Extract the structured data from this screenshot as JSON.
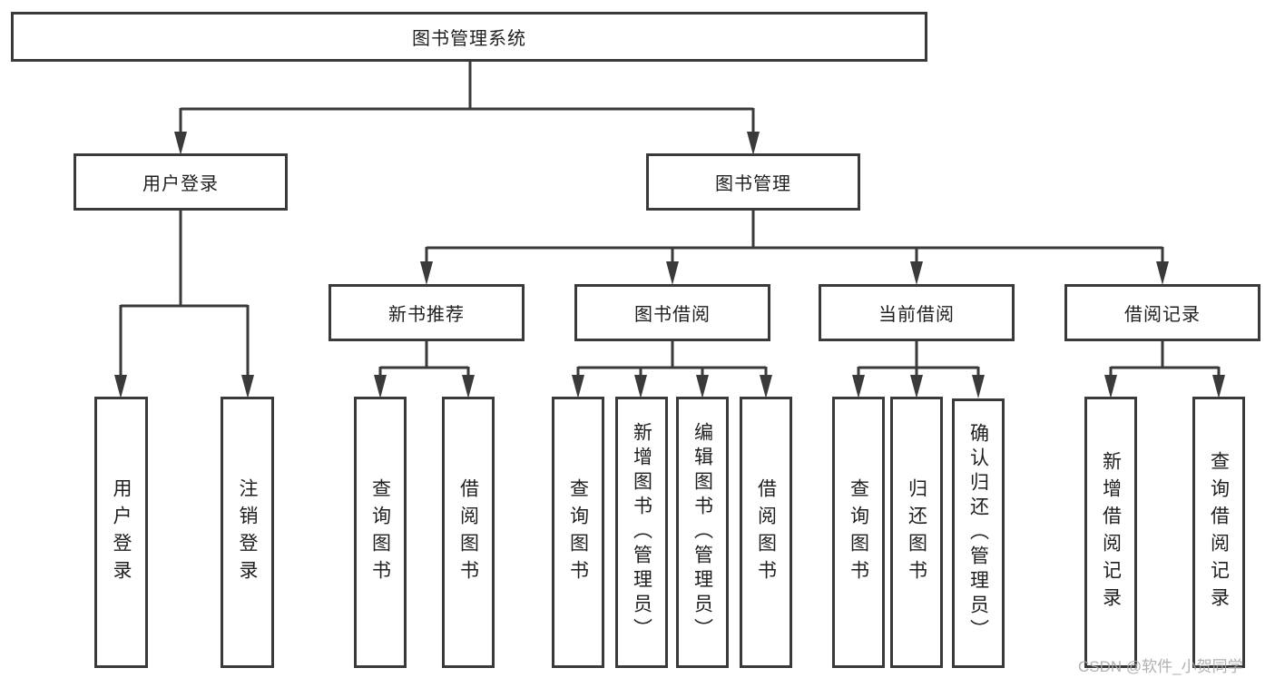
{
  "diagram": {
    "root": {
      "label": "图书管理系统"
    },
    "branches": [
      {
        "label": "用户登录",
        "children": [
          "用户登录",
          "注销登录"
        ]
      },
      {
        "label": "图书管理",
        "sub": [
          {
            "label": "新书推荐",
            "children": [
              "查询图书",
              "借阅图书"
            ]
          },
          {
            "label": "图书借阅",
            "children": [
              "查询图书",
              "新增图书（管理员）",
              "编辑图书（管理员）",
              "借阅图书"
            ]
          },
          {
            "label": "当前借阅",
            "children": [
              "查询图书",
              "归还图书",
              "确认归还（管理员）"
            ]
          },
          {
            "label": "借阅记录",
            "children": [
              "新增借阅记录",
              "查询借阅记录"
            ]
          }
        ]
      }
    ]
  },
  "watermark": "CSDN @软件_小贺同学",
  "colors": {
    "line": "#3a3a3a",
    "text": "#1f1f1f",
    "background": "#ffffff",
    "watermark": "#a9a9a9"
  }
}
